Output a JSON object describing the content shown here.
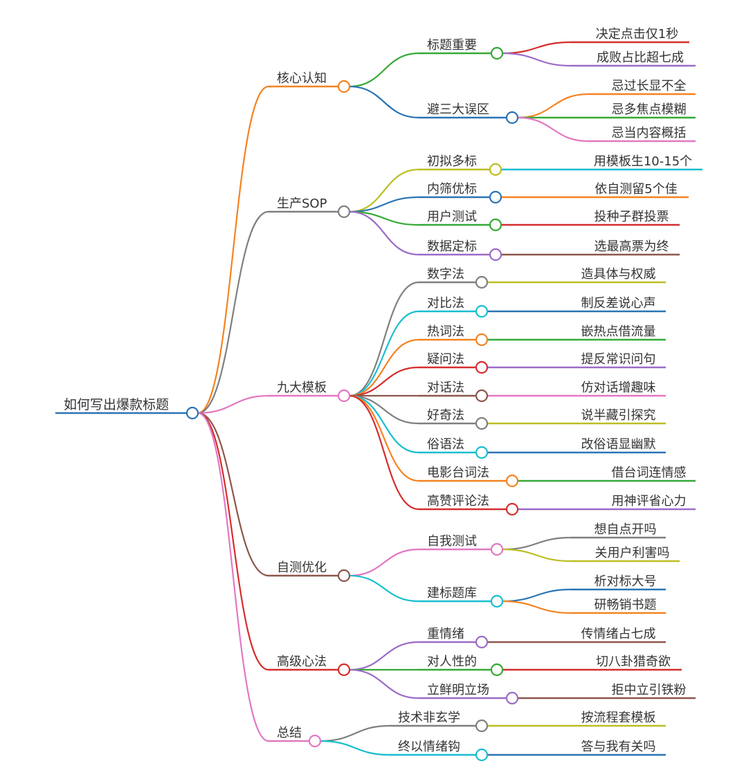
{
  "root": {
    "label": "如何写出爆款标题",
    "color": "#2a74b5"
  },
  "branches": [
    {
      "label": "核心认知",
      "color": "#f58220",
      "children": [
        {
          "label": "标题重要",
          "color": "#35a936",
          "children": [
            {
              "label": "决定点击仅1秒",
              "color": "#d62d2d"
            },
            {
              "label": "成败占比超七成",
              "color": "#9b6bc8"
            }
          ]
        },
        {
          "label": "避三大误区",
          "color": "#2a74b5",
          "children": [
            {
              "label": "忌过长显不全",
              "color": "#f58220"
            },
            {
              "label": "忌多焦点模糊",
              "color": "#35a936"
            },
            {
              "label": "忌当内容概括",
              "color": "#e377c2"
            }
          ]
        }
      ]
    },
    {
      "label": "生产SOP",
      "color": "#7f7f7f",
      "children": [
        {
          "label": "初拟多标",
          "color": "#bcbd22",
          "children": [
            {
              "label": "用模板生10-15个",
              "color": "#17becf"
            }
          ]
        },
        {
          "label": "内筛优标",
          "color": "#2a74b5",
          "children": [
            {
              "label": "依自测留5个佳",
              "color": "#f58220"
            }
          ]
        },
        {
          "label": "用户测试",
          "color": "#35a936",
          "children": [
            {
              "label": "投种子群投票",
              "color": "#d62d2d"
            }
          ]
        },
        {
          "label": "数据定标",
          "color": "#9b6bc8",
          "children": [
            {
              "label": "选最高票为终",
              "color": "#8c564b"
            }
          ]
        }
      ]
    },
    {
      "label": "九大模板",
      "color": "#e377c2",
      "children": [
        {
          "label": "数字法",
          "color": "#7f7f7f",
          "children": [
            {
              "label": "造具体与权威",
              "color": "#bcbd22"
            }
          ]
        },
        {
          "label": "对比法",
          "color": "#17becf",
          "children": [
            {
              "label": "制反差说心声",
              "color": "#2a74b5"
            }
          ]
        },
        {
          "label": "热词法",
          "color": "#f58220",
          "children": [
            {
              "label": "嵌热点借流量",
              "color": "#35a936"
            }
          ]
        },
        {
          "label": "疑问法",
          "color": "#d62d2d",
          "children": [
            {
              "label": "提反常识问句",
              "color": "#9b6bc8"
            }
          ]
        },
        {
          "label": "对话法",
          "color": "#8c564b",
          "children": [
            {
              "label": "仿对话增趣味",
              "color": "#e377c2"
            }
          ]
        },
        {
          "label": "好奇法",
          "color": "#7f7f7f",
          "children": [
            {
              "label": "说半藏引探究",
              "color": "#bcbd22"
            }
          ]
        },
        {
          "label": "俗语法",
          "color": "#17becf",
          "children": [
            {
              "label": "改俗语显幽默",
              "color": "#2a74b5"
            }
          ]
        },
        {
          "label": "电影台词法",
          "color": "#f58220",
          "children": [
            {
              "label": "借台词连情感",
              "color": "#35a936"
            }
          ]
        },
        {
          "label": "高赞评论法",
          "color": "#d62d2d",
          "children": [
            {
              "label": "用神评省心力",
              "color": "#9b6bc8"
            }
          ]
        }
      ]
    },
    {
      "label": "自测优化",
      "color": "#8c564b",
      "children": [
        {
          "label": "自我测试",
          "color": "#e377c2",
          "children": [
            {
              "label": "想自点开吗",
              "color": "#7f7f7f"
            },
            {
              "label": "关用户利害吗",
              "color": "#bcbd22"
            }
          ]
        },
        {
          "label": "建标题库",
          "color": "#17becf",
          "children": [
            {
              "label": "析对标大号",
              "color": "#2a74b5"
            },
            {
              "label": "研畅销书题",
              "color": "#f58220"
            }
          ]
        }
      ]
    },
    {
      "label": "高级心法",
      "color": "#d62d2d",
      "children": [
        {
          "label": "重情绪",
          "color": "#9b6bc8",
          "children": [
            {
              "label": "传情绪占七成",
              "color": "#8c564b"
            }
          ]
        },
        {
          "label": "对人性的",
          "color": "#35a936",
          "children": [
            {
              "label": "切八卦猎奇欲",
              "color": "#d62d2d"
            }
          ]
        },
        {
          "label": "立鲜明立场",
          "color": "#9b6bc8",
          "children": [
            {
              "label": "拒中立引铁粉",
              "color": "#8c564b"
            }
          ]
        }
      ]
    },
    {
      "label": "总结",
      "color": "#e377c2",
      "children": [
        {
          "label": "技术非玄学",
          "color": "#7f7f7f",
          "children": [
            {
              "label": "按流程套模板",
              "color": "#bcbd22"
            }
          ]
        },
        {
          "label": "终以情绪钩",
          "color": "#17becf",
          "children": [
            {
              "label": "答与我有关吗",
              "color": "#2a74b5"
            }
          ]
        }
      ]
    }
  ]
}
